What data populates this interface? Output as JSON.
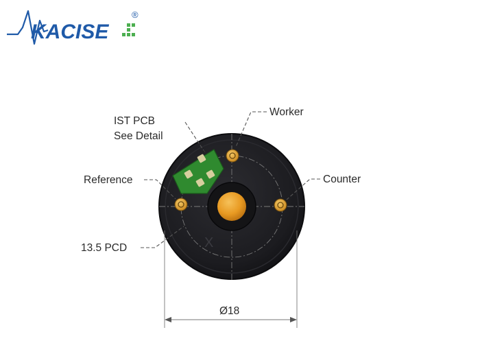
{
  "logo": {
    "text": "KACISE",
    "registered": "®",
    "colors": {
      "blue": "#1f5aa8",
      "green": "#4caf50"
    }
  },
  "labels": {
    "ist_pcb_line1": "IST PCB",
    "ist_pcb_line2": "See Detail",
    "worker": "Worker",
    "reference": "Reference",
    "counter": "Counter",
    "pcd": "13.5 PCD",
    "diameter": "Ø18",
    "mark_x": "X"
  },
  "colors": {
    "body": "#1c1c20",
    "pcb": "#2f8a2f",
    "pin_gold": "#e3a32a",
    "center_gold": "#e89a22"
  }
}
